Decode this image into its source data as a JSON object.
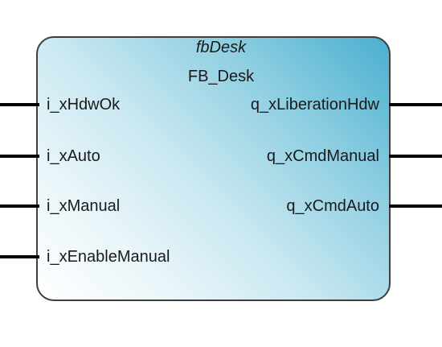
{
  "block": {
    "instance_name": "fbDesk",
    "type_name": "FB_Desk"
  },
  "inputs": [
    {
      "label": "i_xHdwOk"
    },
    {
      "label": "i_xAuto"
    },
    {
      "label": "i_xManual"
    },
    {
      "label": "i_xEnableManual"
    }
  ],
  "outputs": [
    {
      "label": "q_xLiberationHdw"
    },
    {
      "label": "q_xCmdManual"
    },
    {
      "label": "q_xCmdAuto"
    }
  ]
}
